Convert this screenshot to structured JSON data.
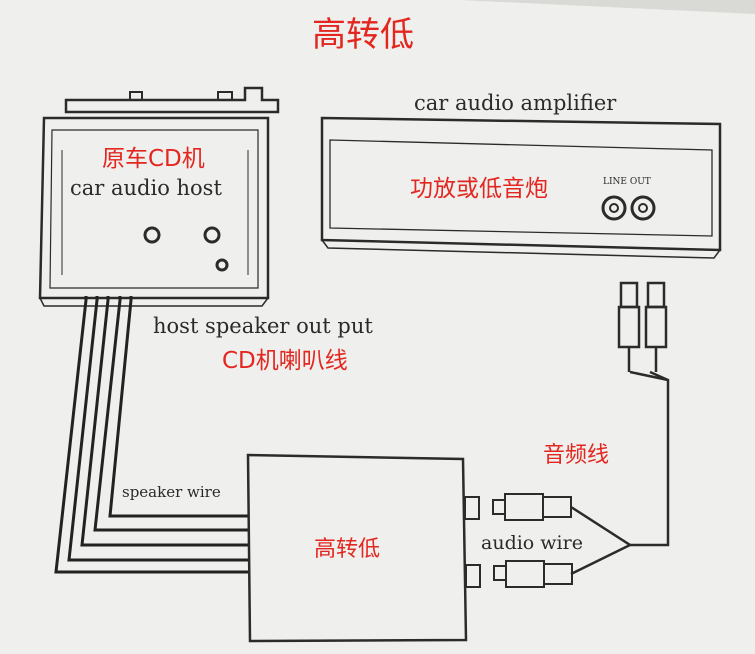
{
  "title": "高转低",
  "host": {
    "label_cn": "原车CD机",
    "label_en": "car audio host"
  },
  "amplifier": {
    "label_en": "car audio amplifier",
    "label_cn": "功放或低音炮",
    "line_out": "LINE OUT"
  },
  "host_speaker_output": {
    "label_en": "host speaker out put",
    "label_cn": "CD机喇叭线"
  },
  "converter": {
    "label_cn": "高转低",
    "speaker_wire_label": "speaker wire"
  },
  "audio_wire": {
    "label_en": "audio wire",
    "label_cn": "音频线"
  },
  "colors": {
    "annotation": "#e3261f",
    "ink": "#2a2a2a",
    "paper": "#efefed"
  }
}
